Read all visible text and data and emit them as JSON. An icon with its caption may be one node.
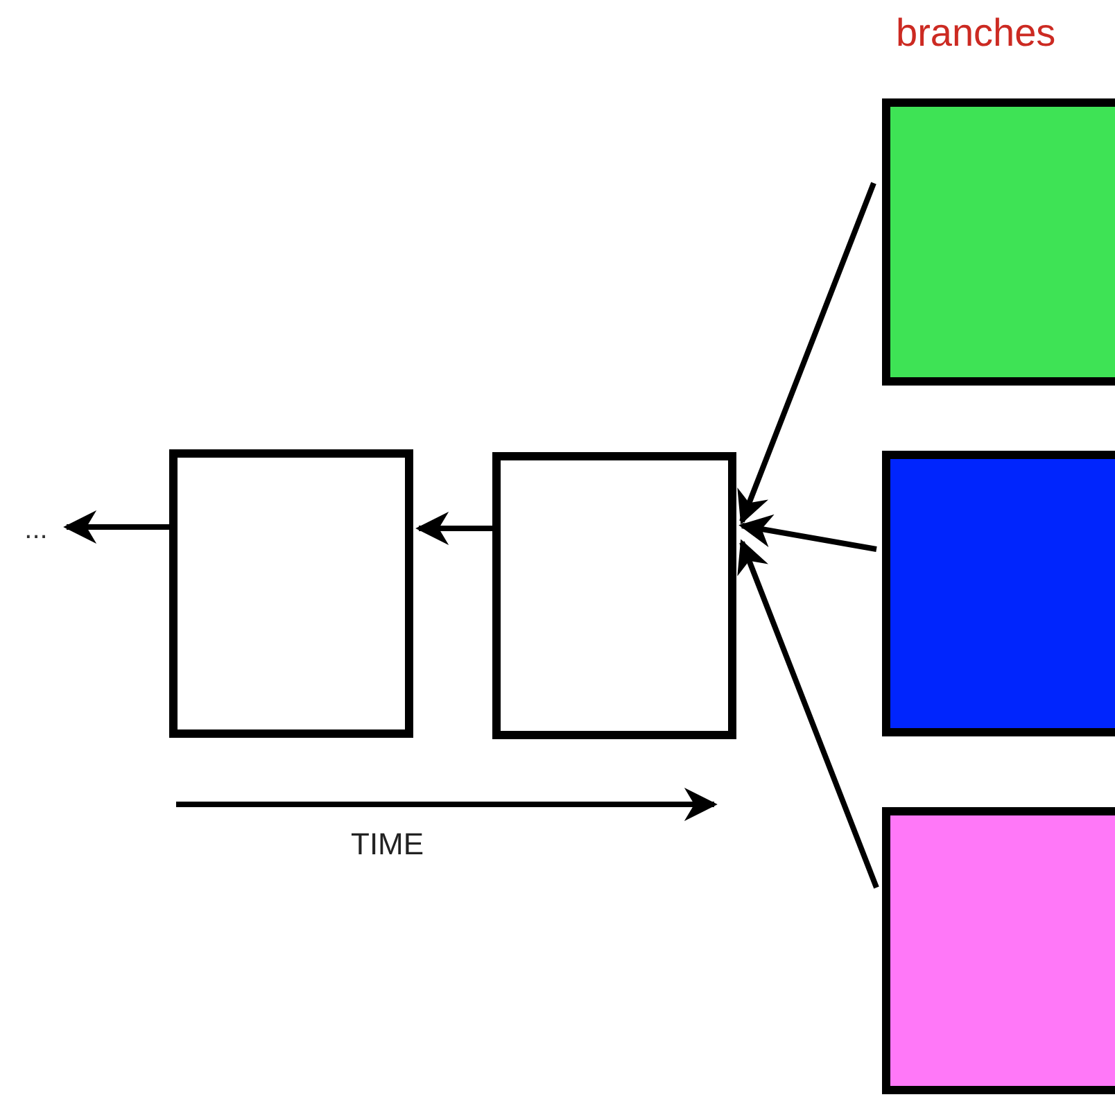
{
  "diagram": {
    "nodes": [
      {
        "text": [
          "..."
        ]
      },
      {
        "text": [],
        "shape": "box"
      },
      {
        "text": [],
        "shape": "box"
      },
      {
        "text": [],
        "shape": "box"
      },
      {
        "text": [],
        "shape": "box"
      },
      {
        "text": [],
        "shape": "box"
      }
    ],
    "edges": [
      {
        "from": 1,
        "to": 0,
        "arrow": "to"
      },
      {
        "from": 2,
        "to": 1,
        "arrow": "to"
      },
      {
        "from": 3,
        "to": 2,
        "arrow": "to"
      },
      {
        "from": 4,
        "to": 2,
        "arrow": "to"
      },
      {
        "from": 5,
        "to": 2,
        "arrow": "to"
      }
    ],
    "labels": [
      "branches",
      "TIME"
    ]
  }
}
